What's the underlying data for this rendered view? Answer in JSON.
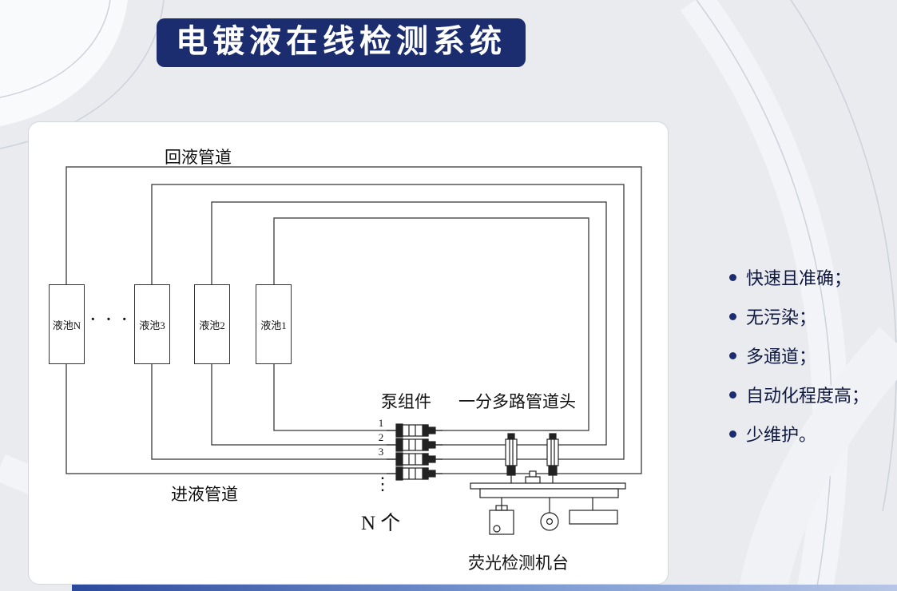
{
  "title": "电镀液在线检测系统",
  "diagram": {
    "return_pipe_label": "回液管道",
    "inlet_pipe_label": "进液管道",
    "pump_label": "泵组件",
    "manifold_label": "一分多路管道头",
    "n_units_label": "N 个",
    "detector_label": "荧光检测机台",
    "tanks": [
      "液池N",
      "液池3",
      "液池2",
      "液池1"
    ],
    "channel_numbers": [
      "1",
      "2",
      "3"
    ],
    "ellipsis_horizontal": "· · ·",
    "ellipsis_vertical": "⋮"
  },
  "features": [
    "快速且准确；",
    "无污染；",
    "多通道；",
    "自动化程度高；",
    "少维护。"
  ],
  "colors": {
    "title_bg": "#1c2d6f",
    "body_text": "#0f1840",
    "line": "#3a3a3a",
    "accent_bar": "#3b5aa8"
  }
}
